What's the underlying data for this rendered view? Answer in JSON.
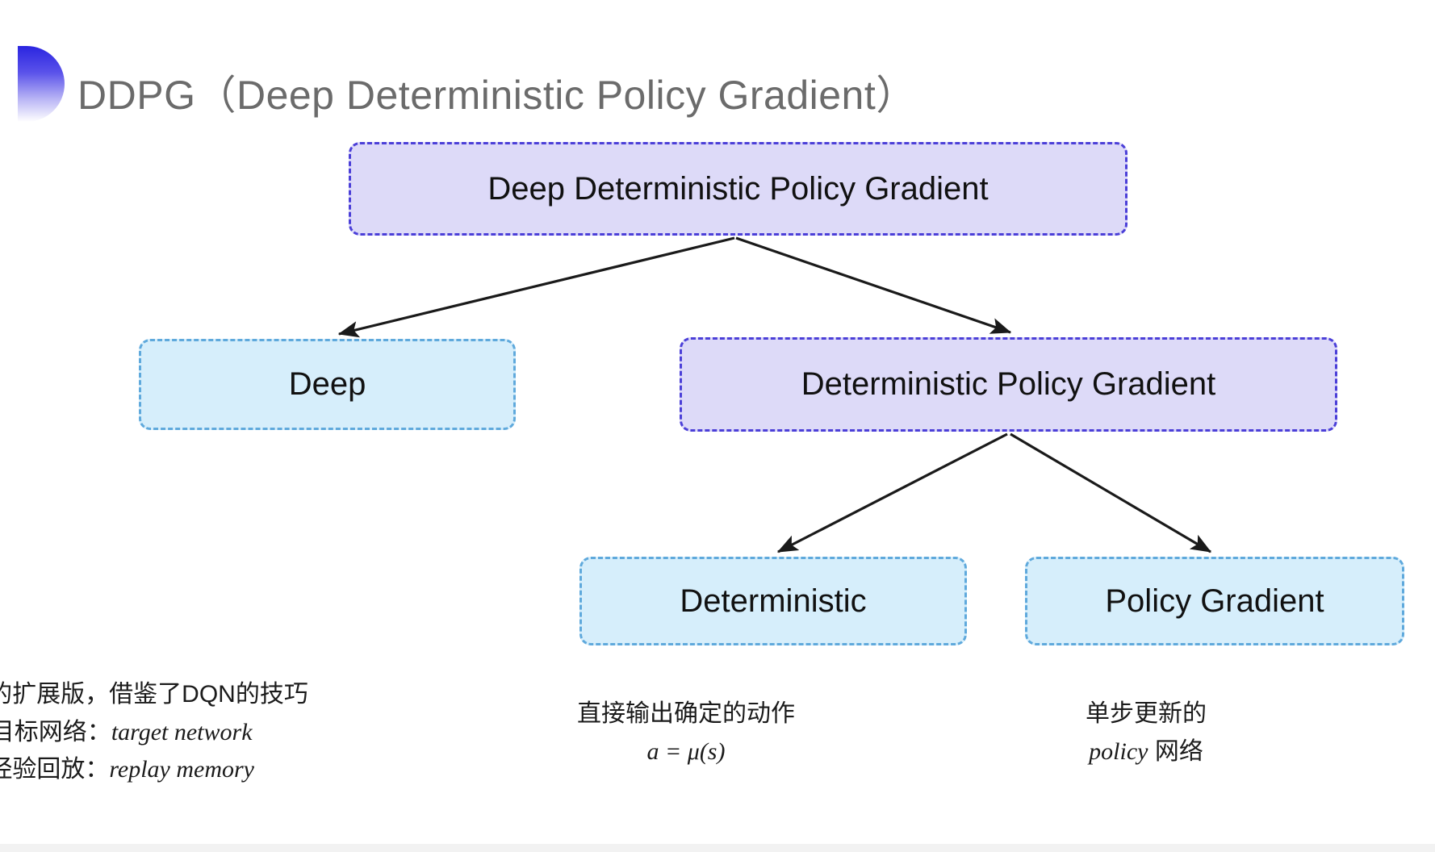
{
  "slide": {
    "title": "DDPG（Deep Deterministic Policy Gradient）",
    "background_color": "#ffffff",
    "accent_color": "#2a25e0"
  },
  "colors": {
    "purple_fill": "#dddaf8",
    "purple_border": "#4b3fd8",
    "blue_fill": "#d6eefb",
    "blue_border": "#5fa9dc",
    "arrow_color": "#1a1a1a",
    "title_color": "#6b6b6b",
    "text_color": "#111111"
  },
  "diagram": {
    "nodes": [
      {
        "id": "root",
        "label": "Deep Deterministic Policy Gradient",
        "style": "purple"
      },
      {
        "id": "deep",
        "label": "Deep",
        "style": "blue"
      },
      {
        "id": "dpg",
        "label": "Deterministic Policy Gradient",
        "style": "purple"
      },
      {
        "id": "det",
        "label": "Deterministic",
        "style": "blue"
      },
      {
        "id": "pg",
        "label": "Policy Gradient",
        "style": "blue"
      }
    ],
    "edges": [
      {
        "from": "root",
        "to": "deep"
      },
      {
        "from": "root",
        "to": "dpg"
      },
      {
        "from": "dpg",
        "to": "det"
      },
      {
        "from": "dpg",
        "to": "pg"
      }
    ]
  },
  "captions": {
    "deep": {
      "line1": "DQN的扩展版，借鉴了DQN的技巧",
      "line2_label": "目标网络：",
      "line2_term": "target network",
      "line3_label": "经验回放：",
      "line3_term": "replay memory"
    },
    "deterministic": {
      "line1": "直接输出确定的动作",
      "line2": "a = μ(s)"
    },
    "policy_gradient": {
      "line1": "单步更新的",
      "line2_term": "policy",
      "line2_suffix": " 网络"
    }
  }
}
